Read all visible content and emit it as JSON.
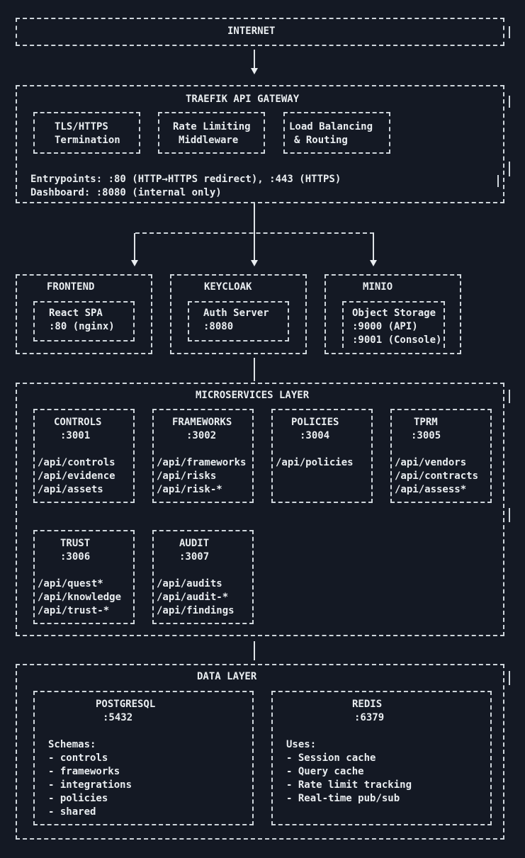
{
  "internet": {
    "title": "INTERNET"
  },
  "gateway": {
    "title": "TRAEFIK API GATEWAY",
    "components": [
      {
        "lines": [
          "TLS/HTTPS",
          "Termination"
        ]
      },
      {
        "lines": [
          "Rate Limiting",
          "Middleware"
        ]
      },
      {
        "lines": [
          "Load Balancing",
          "& Routing"
        ]
      }
    ],
    "notes": [
      "Entrypoints: :80 (HTTP→HTTPS redirect), :443 (HTTPS)",
      "Dashboard: :8080 (internal only)"
    ]
  },
  "edge": [
    {
      "title": "FRONTEND",
      "lines": [
        "React SPA",
        ":80 (nginx)"
      ]
    },
    {
      "title": "KEYCLOAK",
      "lines": [
        "Auth Server",
        ":8080"
      ]
    },
    {
      "title": "MINIO",
      "lines": [
        "Object Storage",
        ":9000 (API)",
        ":9001 (Console)"
      ]
    }
  ],
  "micro": {
    "title": "MICROSERVICES LAYER",
    "row1": [
      {
        "name": "CONTROLS",
        "port": ":3001",
        "endpoints": [
          "/api/controls",
          "/api/evidence",
          "/api/assets"
        ]
      },
      {
        "name": "FRAMEWORKS",
        "port": ":3002",
        "endpoints": [
          "/api/frameworks",
          "/api/risks",
          "/api/risk-*"
        ]
      },
      {
        "name": "POLICIES",
        "port": ":3004",
        "endpoints": [
          "/api/policies"
        ]
      },
      {
        "name": "TPRM",
        "port": ":3005",
        "endpoints": [
          "/api/vendors",
          "/api/contracts",
          "/api/assess*"
        ]
      }
    ],
    "row2": [
      {
        "name": "TRUST",
        "port": ":3006",
        "endpoints": [
          "/api/quest*",
          "/api/knowledge",
          "/api/trust-*"
        ]
      },
      {
        "name": "AUDIT",
        "port": ":3007",
        "endpoints": [
          "/api/audits",
          "/api/audit-*",
          "/api/findings"
        ]
      }
    ]
  },
  "data_layer": {
    "title": "DATA LAYER",
    "stores": [
      {
        "name": "POSTGRESQL",
        "port": ":5432",
        "list_header": "Schemas:",
        "items": [
          "- controls",
          "- frameworks",
          "- integrations",
          "- policies",
          "- shared"
        ]
      },
      {
        "name": "REDIS",
        "port": ":6379",
        "list_header": "Uses:",
        "items": [
          "- Session cache",
          "- Query cache",
          "- Rate limit tracking",
          "- Real-time pub/sub"
        ]
      }
    ]
  },
  "colors": {
    "background": "#141924",
    "border": "#cfd6dc",
    "text": "#e9edf0"
  }
}
